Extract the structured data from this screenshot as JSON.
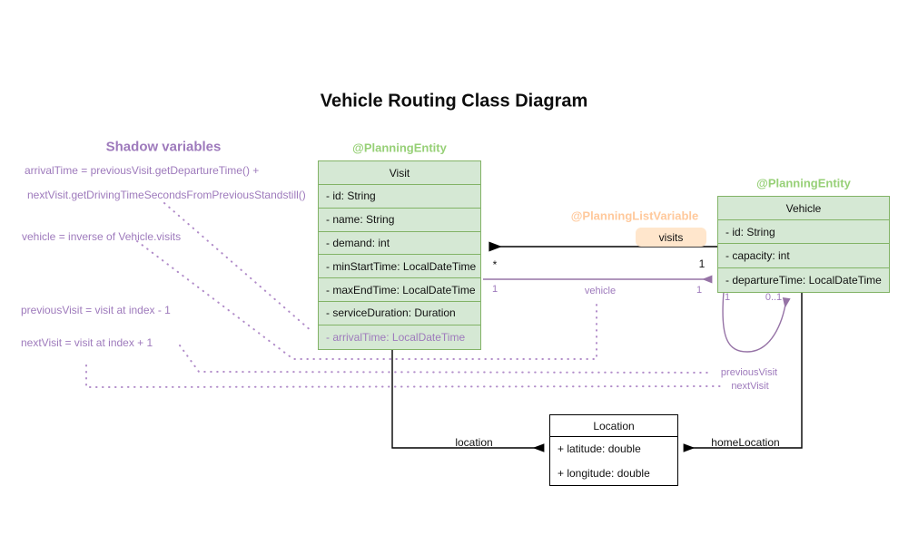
{
  "title": "Vehicle Routing Class Diagram",
  "colors": {
    "green_fill": "#d5e8d4",
    "green_stroke": "#82b366",
    "green_annotation": "#97d077",
    "orange_annotation": "#ffc99c",
    "orange_fill": "#ffe6cc",
    "purple": "#9e7abc",
    "purple_line": "#9673a6",
    "black": "#000000"
  },
  "shadow_panel": {
    "heading": "Shadow variables",
    "lines": [
      "arrivalTime = previousVisit.getDepartureTime() +",
      "nextVisit.getDrivingTimeSecondsFromPreviousStandstill()",
      "vehicle = inverse of Vehicle.visits",
      "previousVisit = visit at index - 1",
      "nextVisit = visit at index + 1"
    ]
  },
  "annotations": {
    "visit_entity": "@PlanningEntity",
    "vehicle_entity": "@PlanningEntity",
    "planning_list_variable": "@PlanningListVariable",
    "visits_badge": "visits"
  },
  "classes": {
    "visit": {
      "name": "Visit",
      "attributes": [
        {
          "text": "- id: String"
        },
        {
          "text": "- name: String"
        },
        {
          "text": "- demand: int"
        },
        {
          "text": "- minStartTime: LocalDateTime"
        },
        {
          "text": "- maxEndTime: LocalDateTime"
        },
        {
          "text": "- serviceDuration: Duration"
        },
        {
          "text": "- arrivalTime: LocalDateTime",
          "shadow": true
        }
      ]
    },
    "vehicle": {
      "name": "Vehicle",
      "attributes": [
        {
          "text": "- id: String"
        },
        {
          "text": "- capacity: int"
        },
        {
          "text": "- departureTime: LocalDateTime"
        }
      ]
    },
    "location": {
      "name": "Location",
      "attributes": [
        {
          "text": "+ latitude: double"
        },
        {
          "text": "+ longitude: double"
        }
      ]
    }
  },
  "relations": {
    "visits": {
      "target_mult": "*",
      "source_mult": "1"
    },
    "vehicle": {
      "label": "vehicle",
      "left_mult": "1",
      "right_mult": "1"
    },
    "self_loop": {
      "left_mult": "1",
      "right_mult": "0..1"
    },
    "previous_visit_label": "previousVisit",
    "next_visit_label": "nextVisit",
    "location_label": "location",
    "home_location_label": "homeLocation"
  }
}
